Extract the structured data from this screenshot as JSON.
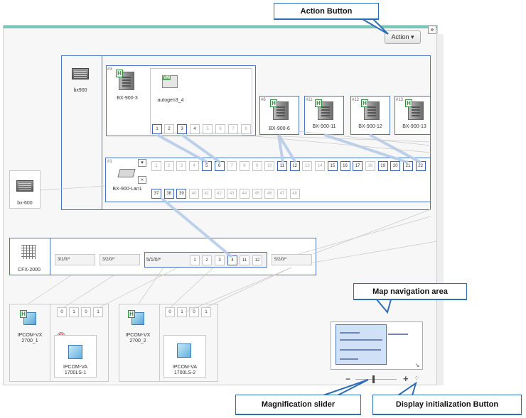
{
  "callouts": {
    "action": "Action Button",
    "map_nav": "Map navigation area",
    "magnification": "Magnification slider",
    "display_init": "Display initialization Button"
  },
  "toolbar": {
    "action_label": "Action ▾",
    "collapse_label": "»"
  },
  "chassis": {
    "bx900": "bx900",
    "bx600": "bx-600"
  },
  "servers": {
    "s3": {
      "slot": "#3",
      "label": "BX-900-3"
    },
    "vm": {
      "label": "autogen3_4"
    },
    "s6": {
      "slot": "#6",
      "label": "BX-900-6"
    },
    "s11": {
      "slot": "#11",
      "label": "BX-900-11"
    },
    "s12": {
      "slot": "#12",
      "label": "BX-900-12"
    },
    "s13": {
      "slot": "#13",
      "label": "BX-900-13"
    }
  },
  "vm_ports": [
    "1",
    "2",
    "3",
    "4",
    "5",
    "6",
    "7",
    "8"
  ],
  "lan_switch": {
    "slot": "#1",
    "label": "BX-900-Lan1",
    "row1": [
      "1",
      "2",
      "3",
      "4",
      "5",
      "6",
      "7",
      "8",
      "9",
      "10",
      "11",
      "12",
      "13",
      "14",
      "15",
      "16",
      "17",
      "18",
      "19",
      "20",
      "21",
      "22"
    ],
    "row2": [
      "37",
      "38",
      "39",
      "40",
      "41",
      "42",
      "43",
      "44",
      "45",
      "46",
      "47",
      "48"
    ],
    "expand_label": "▾",
    "collapse_label": "«"
  },
  "cfx": {
    "label": "CFX-2000",
    "ports": [
      "3/1/0/*",
      "3/2/0/*",
      "5/1/0/*",
      "5/2/0/*"
    ],
    "sub_ports": [
      "1",
      "2",
      "3",
      "4",
      "11",
      "12"
    ]
  },
  "ipcom": {
    "vx1": "IPCOM-VX 2700_1",
    "va1": "IPCOM-VA 1700LS-1",
    "vx2": "IPCOM-VX 2700_2",
    "va2": "IPCOM-VA 1700LS-2",
    "ports": [
      "0",
      "1",
      "0",
      "1"
    ]
  },
  "zoom": {
    "minus": "−",
    "plus": "+",
    "reset": "⁘",
    "level": 0.43
  },
  "mini_map": {
    "corner": "↘"
  },
  "colors": {
    "accent": "#79c7b8",
    "frame": "#4a74c9",
    "callout": "#2e6db5",
    "link": "#b6cce8"
  }
}
